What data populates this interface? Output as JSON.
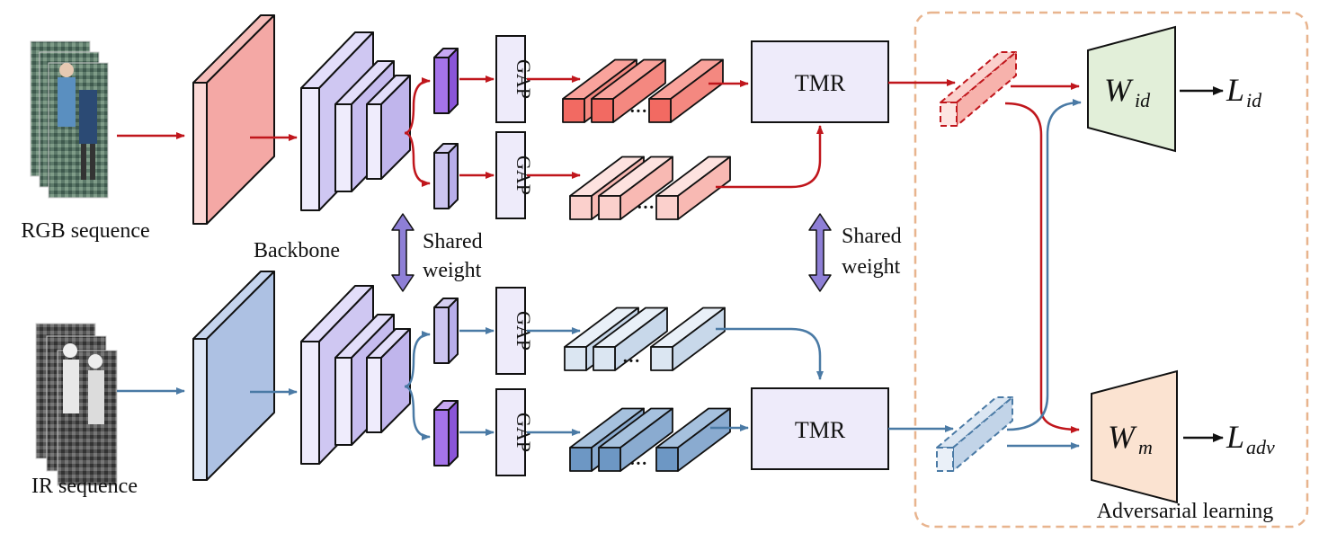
{
  "labels": {
    "rgb_sequence": "RGB sequence",
    "ir_sequence": "IR sequence",
    "backbone": "Backbone",
    "shared_weight_left_1": "Shared",
    "shared_weight_left_2": "weight",
    "shared_weight_right_1": "Shared",
    "shared_weight_right_2": "weight",
    "gap_rgb_top": "GAP",
    "gap_rgb_bottom": "GAP",
    "gap_ir_top": "GAP",
    "gap_ir_bottom": "GAP",
    "tmr_rgb": "TMR",
    "tmr_ir": "TMR",
    "w_id_main": "W",
    "w_id_sub": "id",
    "w_m_main": "W",
    "w_m_sub": "m",
    "l_id_main": "L",
    "l_id_sub": "id",
    "l_adv_main": "L",
    "l_adv_sub": "adv",
    "adversarial_learning": "Adversarial learning",
    "ellipsis": "···"
  },
  "colors": {
    "rgb_arrow": "#c0161c",
    "ir_arrow": "#4a7aa5",
    "rgb_feature": "#f26a62",
    "rgb_feature_light": "#fbd0cc",
    "ir_feature": "#6d97c4",
    "ir_feature_light": "#dbe6f2",
    "backbone_rgb": "#f7aeac",
    "backbone_ir": "#b3c7e6",
    "conv_block": "#d5cff2",
    "conv_dark": "#a078e0",
    "tmr_fill": "#eeebfa",
    "w_id_fill": "#e2efd9",
    "w_m_fill": "#fbe3d1",
    "dashed_box": "#e8b48e",
    "shared_arrow": "#8e7fd6"
  },
  "icons": [
    "person-photo-stack-rgb",
    "person-photo-stack-ir",
    "double-arrow-icon"
  ]
}
